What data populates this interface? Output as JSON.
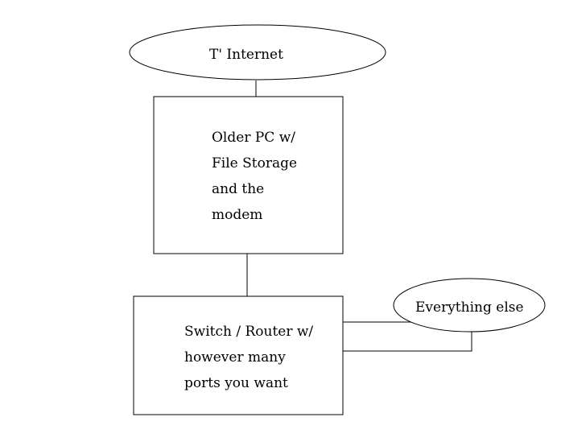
{
  "diagram": {
    "nodes": {
      "internet": {
        "lines": [
          "T' Internet"
        ]
      },
      "older_pc": {
        "lines": [
          "Older PC w/",
          "File Storage",
          "and the",
          "modem"
        ]
      },
      "switch_router": {
        "lines": [
          "Switch / Router w/",
          "however many",
          "ports you want"
        ]
      },
      "everything_else": {
        "lines": [
          "Everything else"
        ]
      }
    },
    "edges": [
      {
        "from": "internet",
        "to": "older_pc"
      },
      {
        "from": "older_pc",
        "to": "switch_router"
      },
      {
        "from": "switch_router",
        "to": "everything_else"
      },
      {
        "from": "switch_router",
        "to": "everything_else"
      }
    ],
    "colors": {
      "stroke": "#000000",
      "fill": "#ffffff",
      "text": "#000000",
      "background": "#ffffff"
    }
  }
}
